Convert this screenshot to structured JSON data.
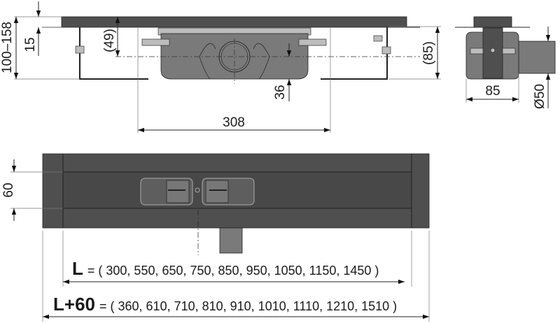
{
  "side_view": {
    "dim_height_range": "100–158",
    "dim_grate_thickness": "15",
    "dim_outlet_axis": "(49)",
    "dim_outlet_offset": "36",
    "dim_body_length": "308",
    "dim_bracket_height": "(85)"
  },
  "end_view": {
    "dim_width": "85",
    "dim_outlet_diameter": "Ø50"
  },
  "top_view": {
    "dim_slot_width": "60",
    "length_label": "L",
    "length_values": "= ( 300, 550, 650, 750, 850, 950, 1050, 1150, 1450 )",
    "total_length_label": "L+60",
    "total_length_values": "= ( 360, 610, 710, 810, 910, 1010, 1110, 1210, 1510 )"
  },
  "colors": {
    "body": "#4f4f4f",
    "tray": "#7a7a7a",
    "lines": "#222222"
  }
}
